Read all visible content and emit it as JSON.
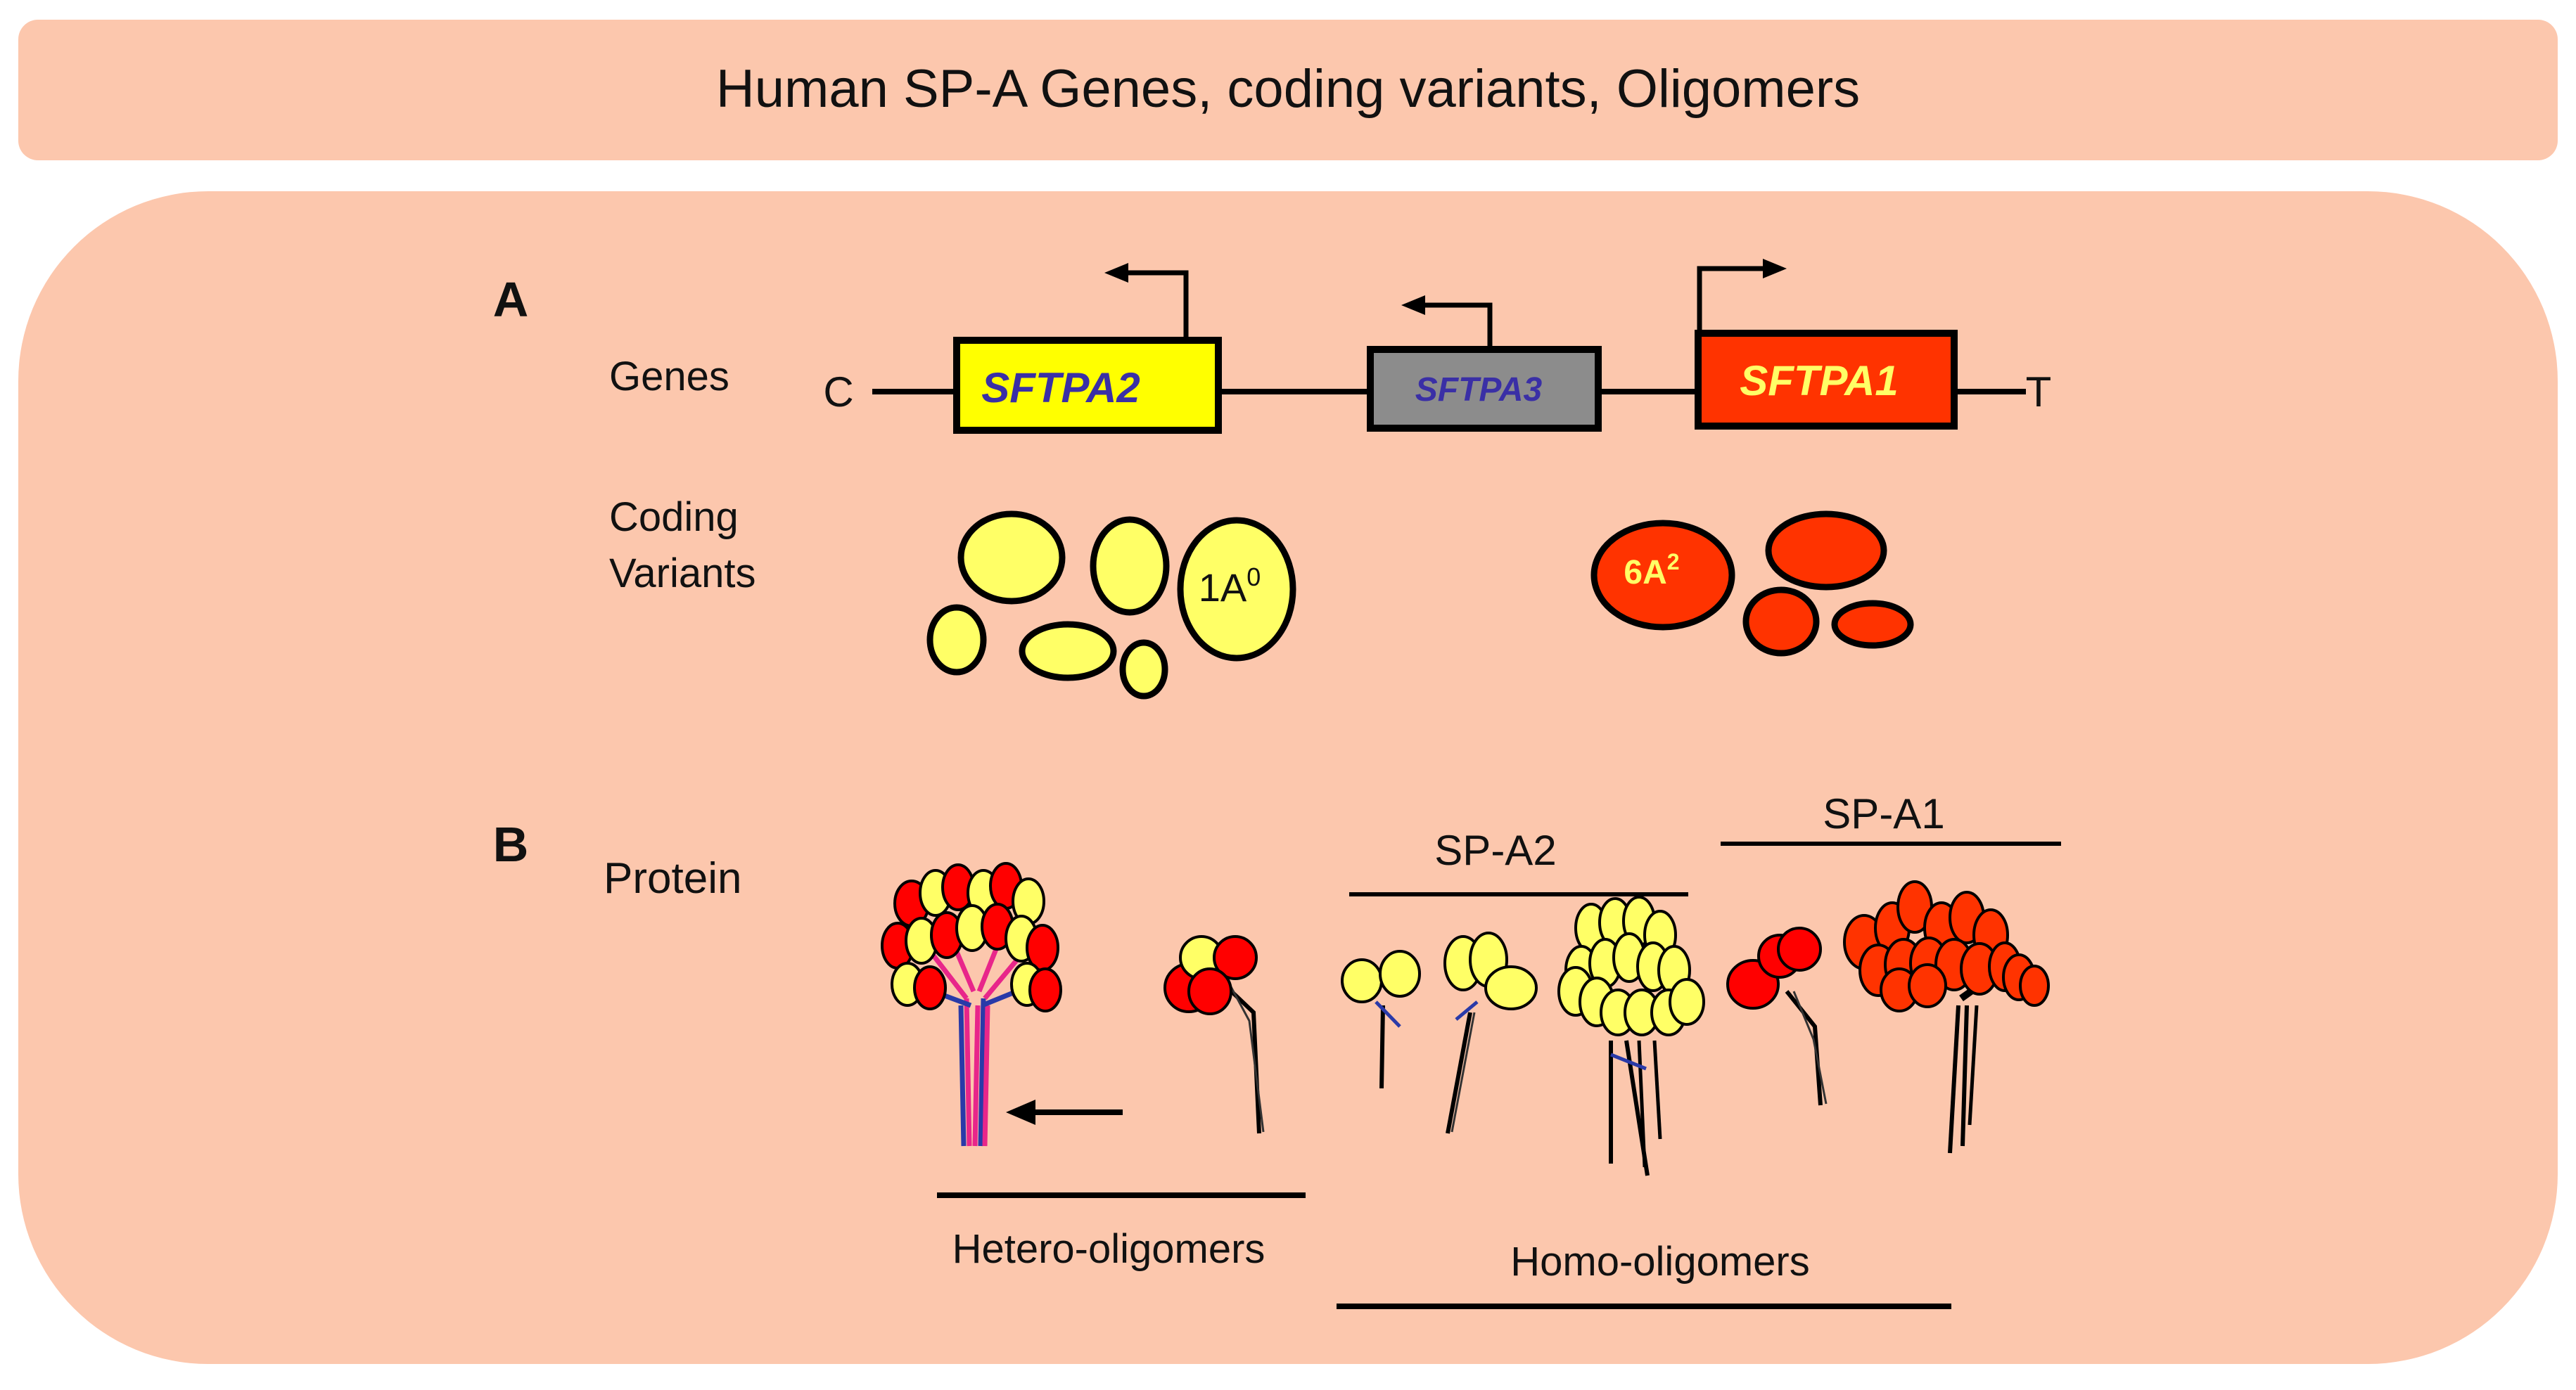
{
  "title": "Human SP-A Genes, coding variants, Oligomers",
  "panels": {
    "a": {
      "letter": "A",
      "genes_label": "Genes",
      "coding_label_line1": "Coding",
      "coding_label_line2": "Variants",
      "left_end": "C",
      "right_end": "T",
      "genes": [
        {
          "name": "SFTPA2",
          "fill": "#ffff00",
          "text_color": "#3a2fa6"
        },
        {
          "name": "SFTPA3",
          "fill": "#8c8c8c",
          "text_color": "#3a2fa6"
        },
        {
          "name": "SFTPA1",
          "fill": "#ff3300",
          "text_color": "#ffff66"
        }
      ],
      "variant_sftpa2": {
        "base": "1A",
        "sup": "0"
      },
      "variant_sftpa1": {
        "base": "6A",
        "sup": "2"
      }
    },
    "b": {
      "letter": "B",
      "protein_label": "Protein",
      "sp_a2": "SP-A2",
      "sp_a1": "SP-A1",
      "hetero": "Hetero-oligomers",
      "homo": "Homo-oligomers"
    }
  },
  "colors": {
    "background": "#fcc7ad",
    "yellow": "#ffff66",
    "red_variant": "#ff3300",
    "red_protein": "#ff0000",
    "stem_pink": "#e8268a",
    "stem_blue": "#2a3aa8"
  }
}
